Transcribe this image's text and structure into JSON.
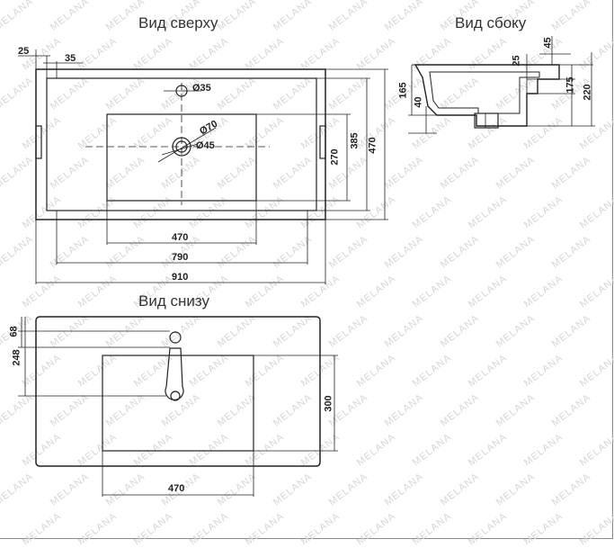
{
  "views": {
    "top": "Вид сверху",
    "side": "Вид сбоку",
    "bottom": "Вид снизу"
  },
  "watermark": "MELANA",
  "top_dims": {
    "d25": "25",
    "d35": "35",
    "hole35": "Ø35",
    "drain70": "Ø70",
    "drain45": "Ø45",
    "w470": "470",
    "w790": "790",
    "w910": "910",
    "h270": "270",
    "h385": "385",
    "h470": "470"
  },
  "side_dims": {
    "d45": "45",
    "d25": "25",
    "h165": "165",
    "h40": "40",
    "h175": "175",
    "h220": "220"
  },
  "bottom_dims": {
    "h68": "68",
    "h248": "248",
    "h300": "300",
    "w470": "470"
  }
}
